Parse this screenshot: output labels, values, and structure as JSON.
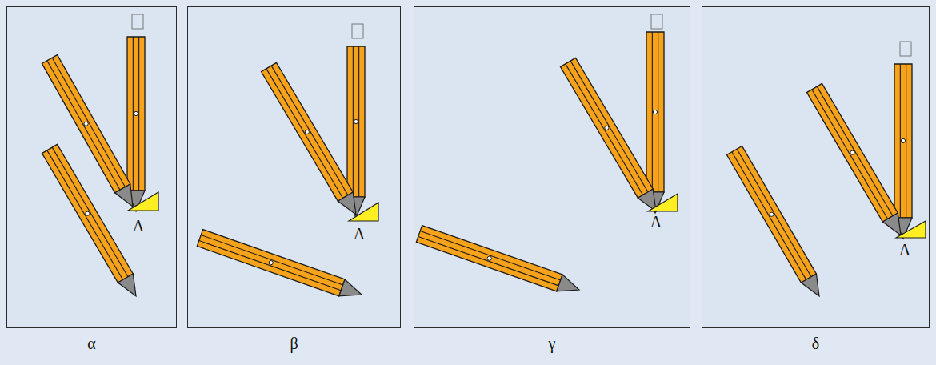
{
  "diagram": {
    "nodes": [
      {
        "text": [
          "α"
        ]
      },
      {
        "text": [
          "β"
        ]
      },
      {
        "text": [
          "γ"
        ]
      },
      {
        "text": [
          "δ"
        ]
      }
    ],
    "labels": [
      "A",
      "A",
      "A",
      "A"
    ]
  }
}
